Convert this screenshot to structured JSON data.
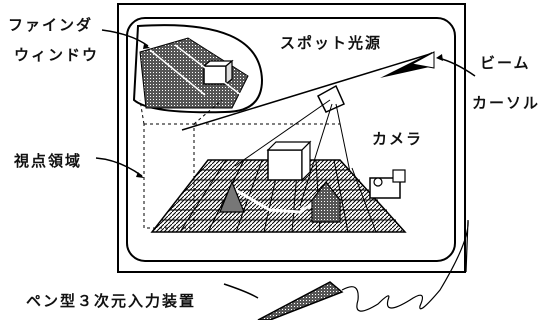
{
  "labels": {
    "finder_line1": "ファインダ",
    "finder_line2": "ウィンドウ",
    "spot_light": "スポット光源",
    "beam_line1": "ビーム",
    "beam_line2": "カーソル",
    "camera": "カメラ",
    "viewpoint_region": "視点領域",
    "pen_device": "ペン型３次元入力装置"
  }
}
